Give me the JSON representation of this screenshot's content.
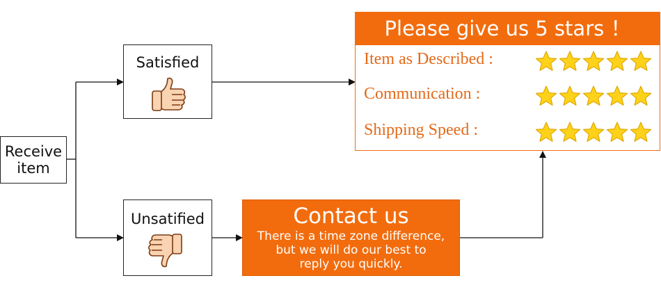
{
  "flow": {
    "receive": "Receive\nitem",
    "satisfied": "Satisfied",
    "unsatisfied": "Unsatified"
  },
  "contact": {
    "title": "Contact us",
    "body": "There is a time zone difference,\nbut we will do our best to\nreply you quickly."
  },
  "rating": {
    "title": "Please give us 5 stars ！",
    "rows": [
      {
        "label": "Item as Described :",
        "stars": 5
      },
      {
        "label": "Communication :",
        "stars": 5
      },
      {
        "label": "Shipping Speed :",
        "stars": 5
      }
    ]
  },
  "icons": {
    "thumbs_up": "thumbs-up-icon",
    "thumbs_down": "thumbs-down-icon",
    "star": "star-icon"
  },
  "colors": {
    "accent": "#f26c0d",
    "rating_text": "#e36a1a",
    "star_fill": "#ffd21a",
    "hand": "#f9d3b2"
  }
}
